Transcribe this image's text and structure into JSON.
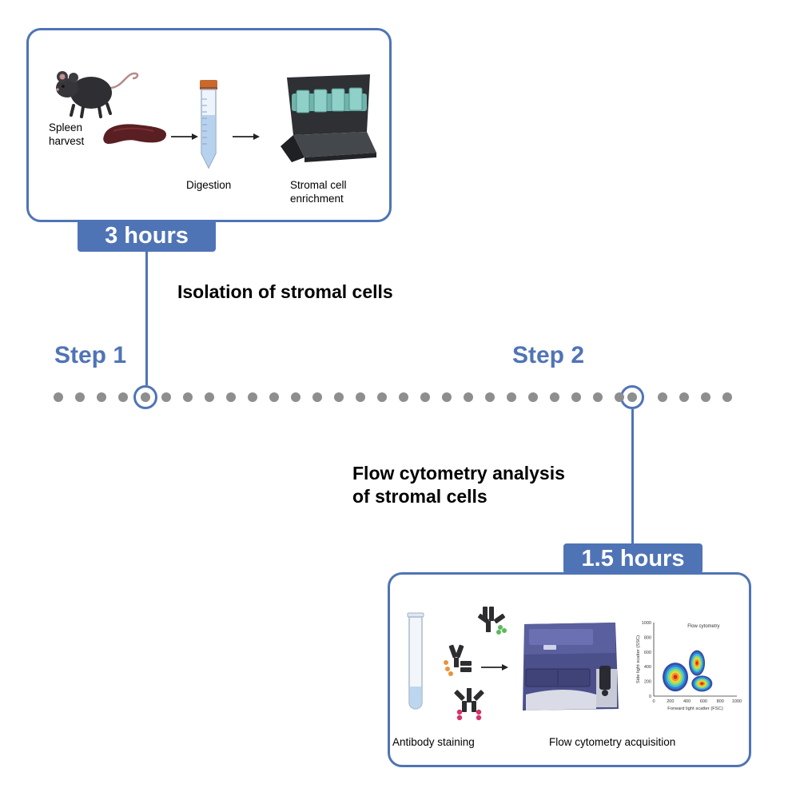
{
  "step1": {
    "label": "Step 1",
    "duration": "3 hours",
    "title": "Isolation of stromal cells",
    "labels": {
      "spleen": "Spleen\nharvest",
      "digestion": "Digestion",
      "enrichment": "Stromal cell\nenrichment"
    },
    "icons": [
      "mouse-icon",
      "spleen-icon",
      "conical-tube-icon",
      "magnetic-separator-icon",
      "arrow-right-icon"
    ]
  },
  "step2": {
    "label": "Step 2",
    "duration": "1.5 hours",
    "title": "Flow cytometry analysis\nof stromal cells",
    "labels": {
      "staining": "Antibody staining",
      "acquisition": "Flow cytometry acquisition"
    },
    "icons": [
      "test-tube-icon",
      "antibody-icon",
      "flow-cytometer-icon",
      "scatter-plot-icon",
      "arrow-right-icon"
    ]
  },
  "plot": {
    "title": "Flow cytometry",
    "xlabel": "Forward light scatter (FSC)",
    "ylabel": "Side light scatter (SSC)",
    "xticks": [
      "0",
      "200",
      "400",
      "600",
      "800",
      "1000"
    ],
    "yticks": [
      "0",
      "200",
      "400",
      "600",
      "800",
      "1000"
    ]
  },
  "colors": {
    "accent": "#4f74b6",
    "dot": "#8e8e8e"
  }
}
